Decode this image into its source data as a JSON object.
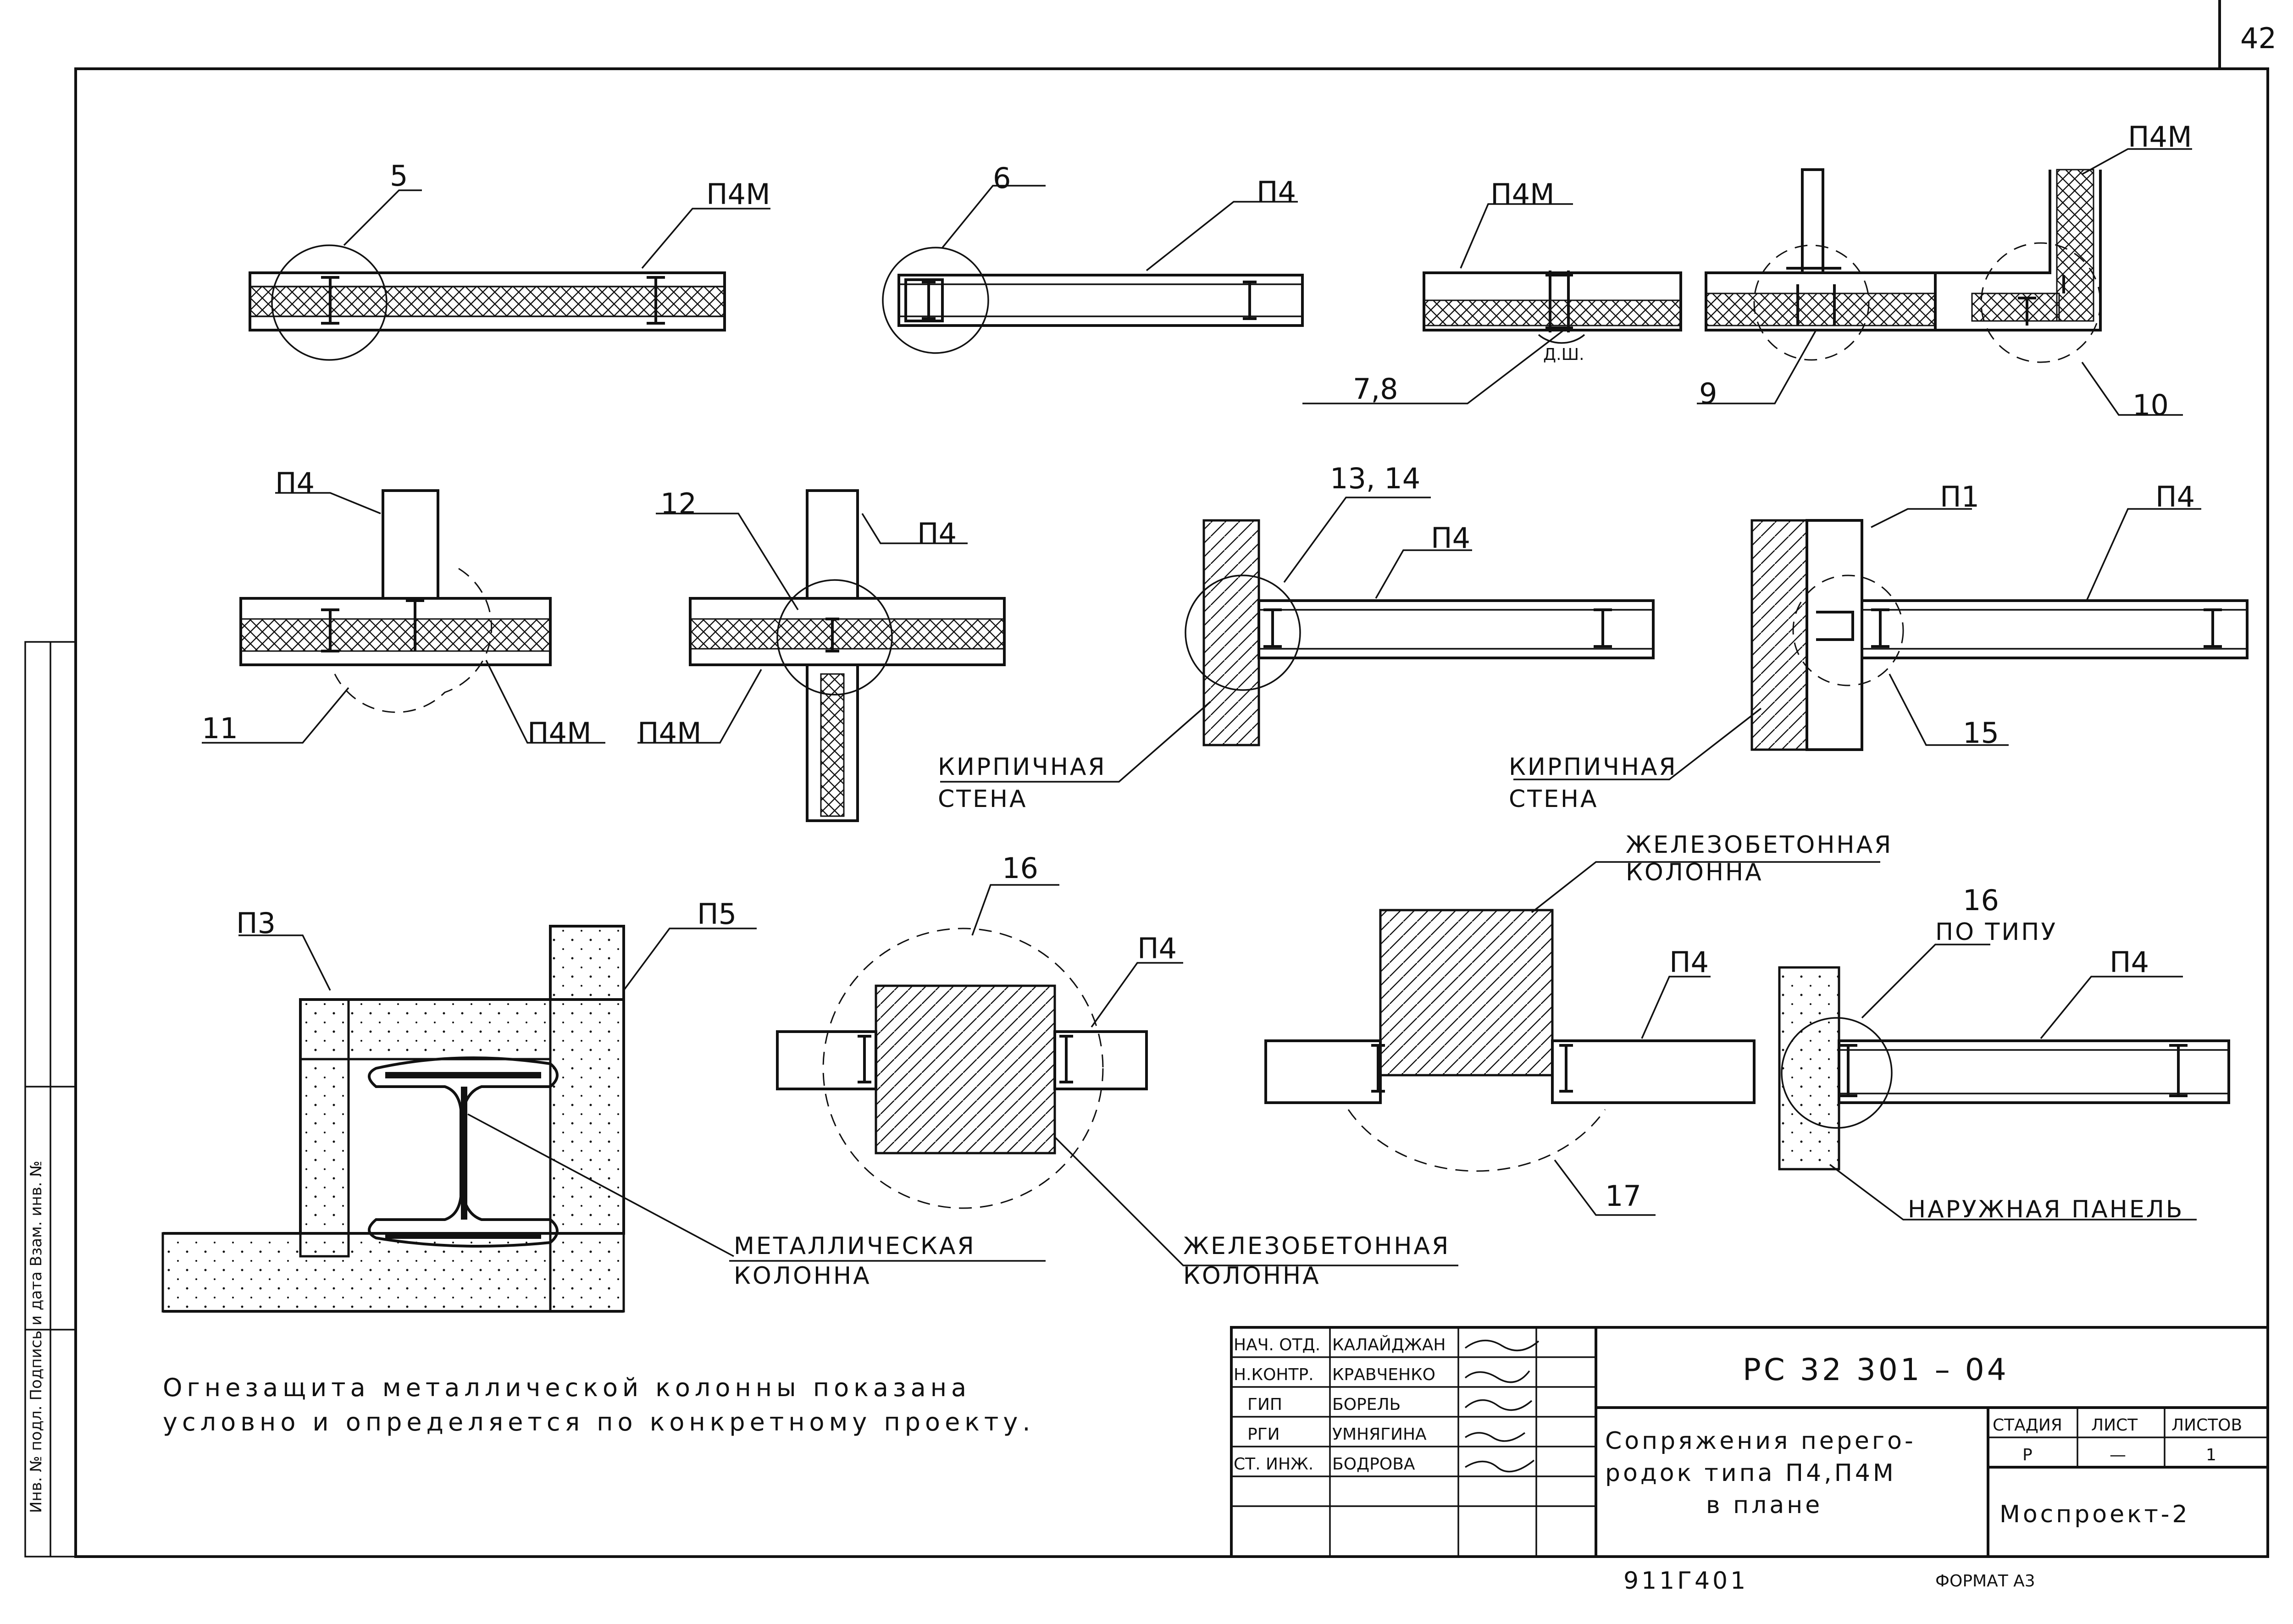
{
  "sheet_number": "42",
  "labels": {
    "l_5": "5",
    "l_p4m_1": "П4М",
    "l_6": "6",
    "l_p4_2": "П4",
    "l_p4m_3": "П4М",
    "l_dsh": "Д.Ш.",
    "l_78": "7,8",
    "l_9": "9",
    "l_p4m_4": "П4М",
    "l_10": "10",
    "l_p4_5": "П4",
    "l_11": "11",
    "l_p4m_5": "П4М",
    "l_12": "12",
    "l_p4_6": "П4",
    "l_p4m_6": "П4М",
    "l_1314": "13, 14",
    "l_p4_7": "П4",
    "l_brick_a1": "КИРПИЧНАЯ",
    "l_brick_a2": "СТЕНА",
    "l_p1": "П1",
    "l_p4_8": "П4",
    "l_15": "15",
    "l_brick_b1": "КИРПИЧНАЯ",
    "l_brick_b2": "СТЕНА",
    "l_p3": "П3",
    "l_p5": "П5",
    "l_metal1": "МЕТАЛЛИЧЕСКАЯ",
    "l_metal2": "КОЛОННА",
    "l_16a": "16",
    "l_p4_9": "П4",
    "l_rc1a": "ЖЕЛЕЗОБЕТОННАЯ",
    "l_rc1b": "КОЛОННА",
    "l_rc2a": "ЖЕЛЕЗОБЕТОННАЯ",
    "l_rc2b": "КОЛОННА",
    "l_p4_10": "П4",
    "l_17": "17",
    "l_16b": "16",
    "l_bytype": "ПО ТИПУ",
    "l_p4_11": "П4",
    "l_ext": "НАРУЖНАЯ ПАНЕЛЬ"
  },
  "note": {
    "line1": "Огнезащита металлической колонны показана",
    "line2": "условно и определяется по конкретному проекту."
  },
  "title_block": {
    "people": [
      {
        "role": "НАЧ. ОТД.",
        "name": "КАЛАЙДЖАН"
      },
      {
        "role": "Н.КОНТР.",
        "name": "КРАВЧЕНКО"
      },
      {
        "role": "ГИП",
        "name": "БОРЕЛЬ"
      },
      {
        "role": "РГИ",
        "name": "УМНЯГИНА"
      },
      {
        "role": "СТ. ИНЖ.",
        "name": "БОДРОВА"
      }
    ],
    "code": "РС 32 301 – 04",
    "title_lines": [
      "Сопряжения перего-",
      "родок типа П4,П4М",
      "в плане"
    ],
    "stage_header": "СТАДИЯ",
    "sheet_header": "ЛИСТ",
    "sheets_header": "ЛИСТОВ",
    "stage": "Р",
    "sheet": "—",
    "sheets": "1",
    "org": "Моспроект-2"
  },
  "bottom": {
    "inventory": "911Г401",
    "format": "ФОРМАТ  А3"
  },
  "side_stamp": "Инв. № подл.   Подпись и дата   Взам. инв. №"
}
